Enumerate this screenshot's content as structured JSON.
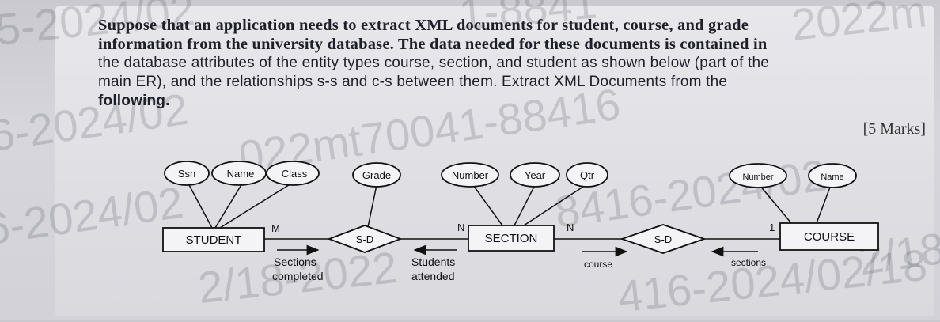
{
  "question": {
    "lines": [
      "Suppose that an application needs to extract XML documents for student, course, and grade",
      "information from the university database. The data needed for these documents is contained in",
      "the database attributes of the entity types course, section, and student as shown below (part of the",
      "main ER), and the relationships s-s and c-s between them. Extract XML Documents from the",
      "following."
    ],
    "marks": "[5 Marks]"
  },
  "watermarks": [
    "5-2024/02",
    "6-2024/02",
    "6-2024/02",
    "022mt70041-88416",
    "1-8841",
    "2022m",
    "2/18-2022",
    "8416-2024/02",
    "416-2024/02/18",
    "2/18"
  ],
  "er": {
    "entities": {
      "student": "STUDENT",
      "section": "SECTION",
      "course": "COURSE"
    },
    "relationships": {
      "left": "S-D",
      "right": "S-D"
    },
    "attributes": {
      "ssn": "Ssn",
      "name": "Name",
      "class": "Class",
      "grade": "Grade",
      "number": "Number",
      "year": "Year",
      "qtr": "Qtr",
      "course_number": "Number",
      "course_name": "Name"
    },
    "cardinalities": {
      "m": "M",
      "n1": "N",
      "n2": "N",
      "one": "1"
    },
    "role_labels": {
      "sections_completed_1": "Sections",
      "sections_completed_2": "completed",
      "students_attended_1": "Students",
      "students_attended_2": "attended",
      "course": "course",
      "sections": "sections"
    }
  }
}
